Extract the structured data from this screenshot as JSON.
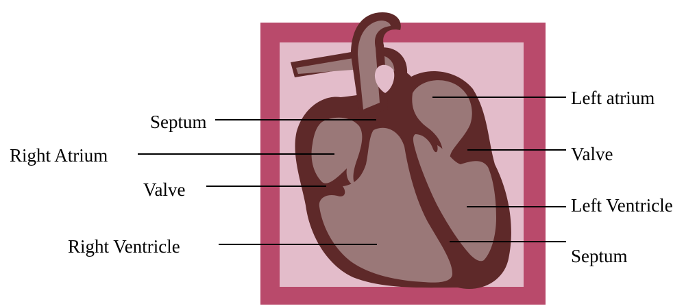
{
  "colors": {
    "frame_outer": "#b94a6b",
    "frame_inner": "#e3bcca",
    "heart_outline": "#5e2929",
    "heart_chamber": "#9a7878",
    "label_text": "#000000"
  },
  "labels": {
    "septum_upper": "Septum",
    "right_atrium": "Right Atrium",
    "valve_right": "Valve",
    "right_ventricle": "Right Ventricle",
    "left_atrium": "Left atrium",
    "valve_left": "Valve",
    "left_ventricle": "Left Ventricle",
    "septum_lower": "Septum"
  }
}
